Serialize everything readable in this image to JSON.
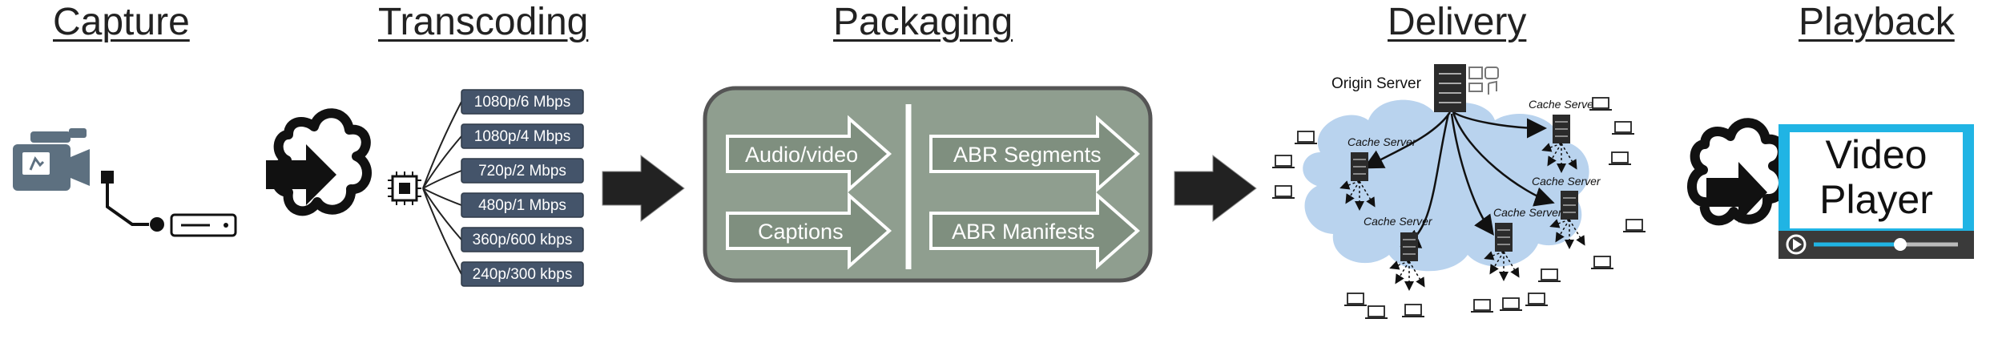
{
  "stages": {
    "capture": "Capture",
    "transcoding": "Transcoding",
    "packaging": "Packaging",
    "delivery": "Delivery",
    "playback": "Playback"
  },
  "transcoding": {
    "renditions": [
      "1080p/6 Mbps",
      "1080p/4 Mbps",
      "720p/2 Mbps",
      "480p/1 Mbps",
      "360p/600 kbps",
      "240p/300 kbps"
    ]
  },
  "packaging": {
    "inputs": [
      "Audio/video",
      "Captions"
    ],
    "outputs": [
      "ABR Segments",
      "ABR Manifests"
    ]
  },
  "delivery": {
    "origin_label": "Origin Server",
    "cache_label": "Cache Server"
  },
  "playback": {
    "player_line1": "Video",
    "player_line2": "Player"
  },
  "colors": {
    "rendition_box": "#44546a",
    "packaging_box": "#8f9e8f",
    "packaging_arrow": "#7f8f7f",
    "arrow_dark": "#1a1a1a",
    "cloud": "#b9d3ee",
    "player_frame": "#20b4e4",
    "player_bar": "#3a3a3a",
    "camera": "#5d7080"
  }
}
